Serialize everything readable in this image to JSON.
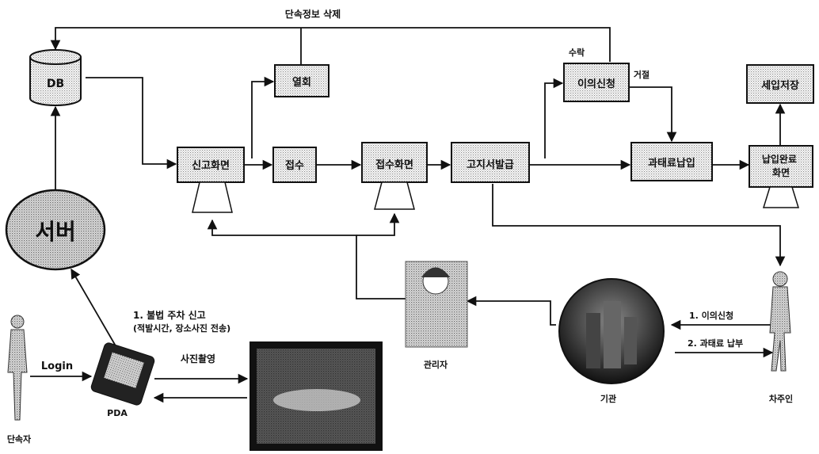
{
  "nodes": {
    "db": "DB",
    "server": "서버",
    "lookup": "열회",
    "report_screen": "신고화면",
    "receipt": "접수",
    "receipt_screen": "접수화면",
    "notice": "고지서발급",
    "objection": "이의신청",
    "penalty_payment": "과태료납입",
    "payment_screen": "납입완료\n화면",
    "tax_store": "세입저장",
    "pda": "PDA",
    "enforcer": "단속자",
    "manager": "관리자",
    "agency": "기관",
    "owner": "차주인"
  },
  "edge_labels": {
    "delete_info": "단속정보 삭제",
    "accept": "수락",
    "reject": "거절",
    "login": "Login",
    "report": "1. 불법 주차 신고",
    "report_detail": "(적발시간, 장소사진 전송)",
    "photo": "사진촬영",
    "owner_objection": "1. 이의신청",
    "owner_payment": "2. 과태료 납부"
  }
}
